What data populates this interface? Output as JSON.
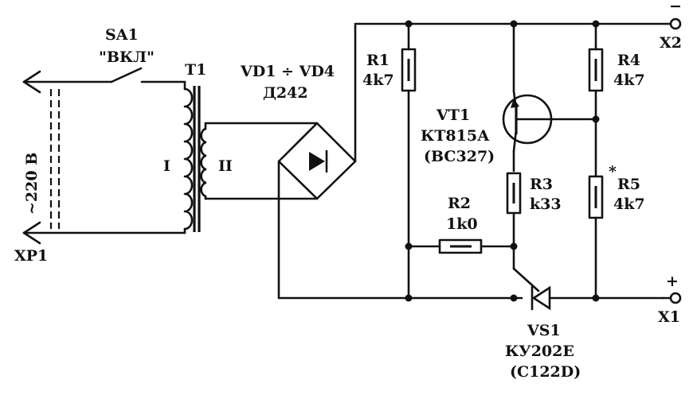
{
  "switch": {
    "ref": "SA1",
    "label": "\"ВКЛ\""
  },
  "mains": {
    "voltage": "~220 В",
    "connector": "XP1"
  },
  "transformer": {
    "ref": "T1",
    "primary": "I",
    "secondary": "II"
  },
  "bridge": {
    "ref": "VD1 ÷ VD4",
    "type": "Д242"
  },
  "r1": {
    "ref": "R1",
    "value": "4k7"
  },
  "r2": {
    "ref": "R2",
    "value": "1k0"
  },
  "r3": {
    "ref": "R3",
    "value": "k33"
  },
  "r4": {
    "ref": "R4",
    "value": "4k7"
  },
  "r5": {
    "ref": "R5",
    "value": "4k7",
    "mark": "*"
  },
  "vt1": {
    "ref": "VT1",
    "type": "КТ815А",
    "alt": "(BC327)"
  },
  "vs1": {
    "ref": "VS1",
    "type": "КУ202Е",
    "alt": "(C122D)"
  },
  "x2": {
    "ref": "X2",
    "sign": "−"
  },
  "x1": {
    "ref": "X1",
    "sign": "+"
  }
}
